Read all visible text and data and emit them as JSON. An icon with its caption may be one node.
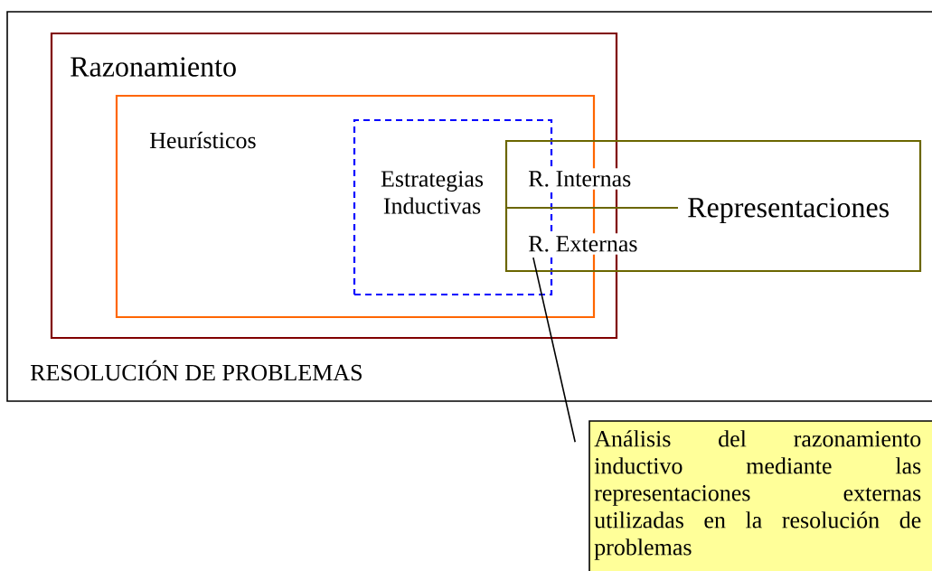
{
  "diagram": {
    "nodes": [
      {
        "text": [
          "RESOLUCIÓN DE PROBLEMAS"
        ]
      },
      {
        "text": [
          "Razonamiento"
        ],
        "in": 0
      },
      {
        "text": [
          "Heurísticos"
        ],
        "in": 1
      },
      {
        "text": [
          "Estrategias Inductivas"
        ],
        "in": 2
      },
      {
        "text": [
          "R. Internas",
          "R. Externas",
          "Representaciones"
        ],
        "in": 0
      },
      {
        "text": [
          "Análisis del razonamiento inductivo mediante las representaciones externas utilizadas en la resolución de problemas"
        ]
      }
    ],
    "edges": [
      {
        "from": 5,
        "to": 4,
        "arrow": "none"
      }
    ]
  }
}
